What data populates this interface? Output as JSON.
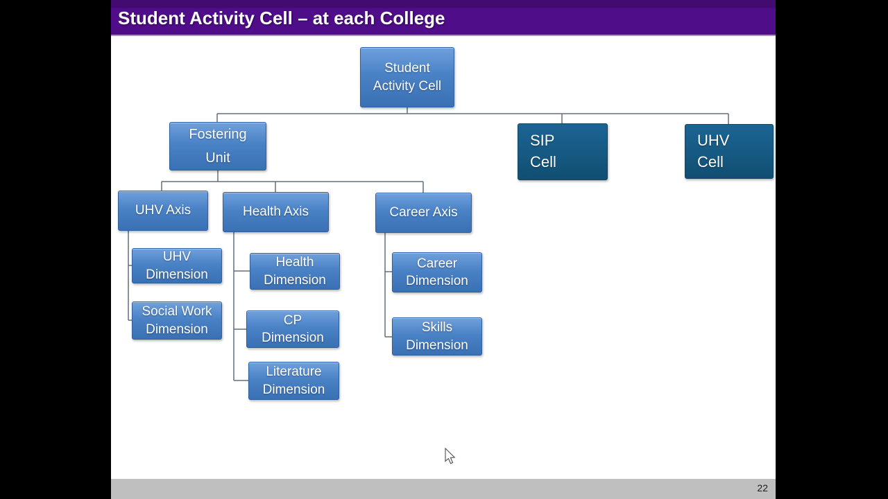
{
  "slide": {
    "title": "Student Activity Cell – at each College",
    "page_number": "22"
  },
  "org_chart": {
    "nodes": {
      "student_activity_cell": {
        "label": "Student\nActivity Cell",
        "parent": null
      },
      "fostering_unit": {
        "label": "Fostering\nUnit",
        "parent": "student_activity_cell"
      },
      "sip_cell": {
        "label": "SIP\nCell",
        "parent": "student_activity_cell"
      },
      "uhv_cell": {
        "label": "UHV\nCell",
        "parent": "student_activity_cell"
      },
      "uhv_axis": {
        "label": "UHV Axis",
        "parent": "fostering_unit"
      },
      "health_axis": {
        "label": "Health Axis",
        "parent": "fostering_unit"
      },
      "career_axis": {
        "label": "Career Axis",
        "parent": "fostering_unit"
      },
      "uhv_dimension": {
        "label": "UHV\nDimension",
        "parent": "uhv_axis"
      },
      "social_work_dimension": {
        "label": "Social Work\nDimension",
        "parent": "uhv_axis"
      },
      "health_dimension": {
        "label": "Health\nDimension",
        "parent": "health_axis"
      },
      "cp_dimension": {
        "label": "CP\nDimension",
        "parent": "health_axis"
      },
      "literature_dimension": {
        "label": "Literature\nDimension",
        "parent": "health_axis"
      },
      "career_dimension": {
        "label": "Career\nDimension",
        "parent": "career_axis"
      },
      "skills_dimension": {
        "label": "Skills\nDimension",
        "parent": "career_axis"
      }
    }
  },
  "colors": {
    "title_bar": "#4F0D8A",
    "title_bar_top_strip": "#430A70",
    "node_blue": "#4A82C6",
    "node_dark_teal": "#155880",
    "connector": "#5F6F7E",
    "footer_bar": "#BFBFBF",
    "letterbox": "#000000",
    "slide_background": "#FFFFFF"
  }
}
